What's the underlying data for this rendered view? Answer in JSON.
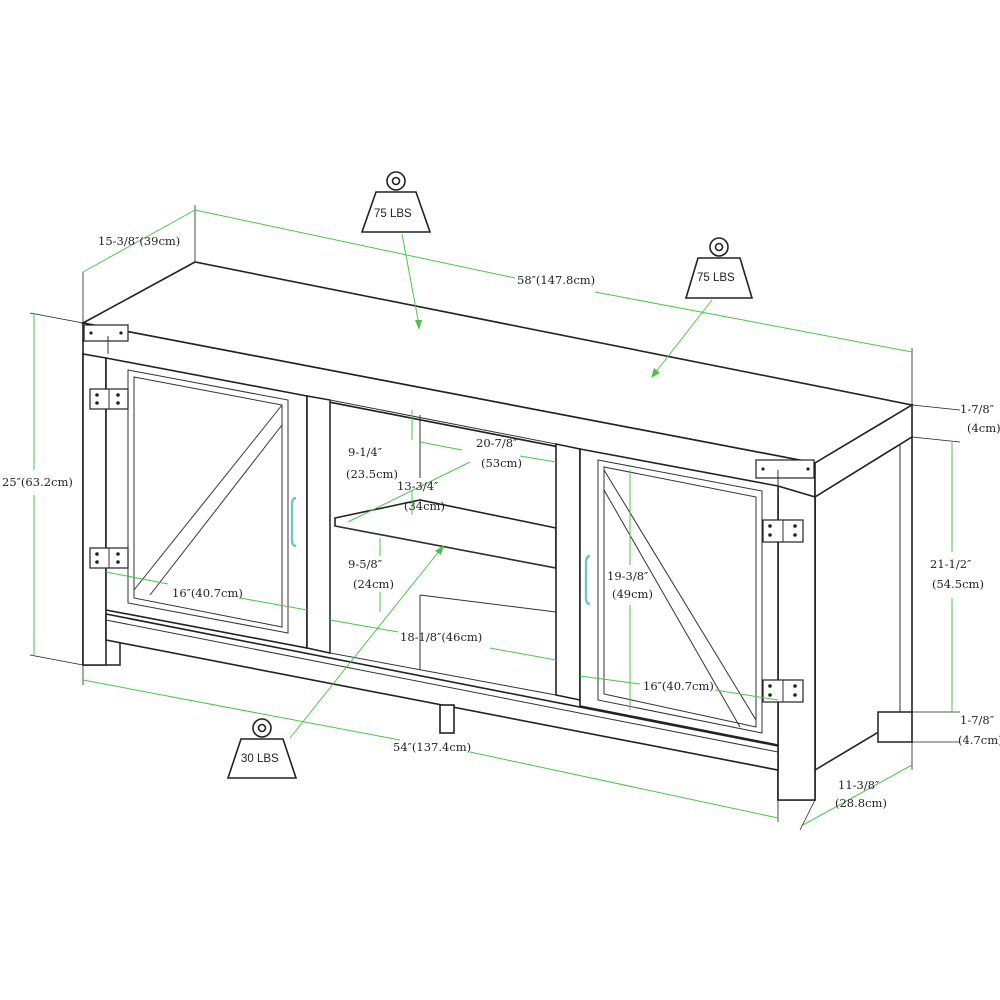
{
  "dimensions": {
    "depth_top": "15-3/8″(39cm)",
    "width_top": "58″(147.8cm)",
    "height_total": "25″(63.2cm)",
    "top_thickness": "1-7/8″",
    "top_thickness_cm": "(4cm)",
    "body_height": "21-1/2″",
    "body_height_cm": "(54.5cm)",
    "leg_height": "1-7/8″",
    "leg_height_cm": "(4.7cm)",
    "base_depth": "11-3/8″",
    "base_depth_cm": "(28.8cm)",
    "base_width": "54″(137.4cm)",
    "upper_shelf_height": "9-1/4″",
    "upper_shelf_height_cm": "(23.5cm)",
    "shelf_width": "20-7/8″",
    "shelf_width_cm": "(53cm)",
    "shelf_depth": "13-3/4″",
    "shelf_depth_cm": "(34cm)",
    "lower_shelf_height": "9-5/8″",
    "lower_shelf_height_cm": "(24cm)",
    "left_door_width": "16″(40.7cm)",
    "opening_width": "18-1/8″(46cm)",
    "door_height": "19-3/8″",
    "door_height_cm": "(49cm)",
    "right_door_width": "16″(40.7cm)"
  },
  "weights": {
    "top_left": "75 LBS",
    "top_right": "75 LBS",
    "shelf": "30 LBS"
  }
}
